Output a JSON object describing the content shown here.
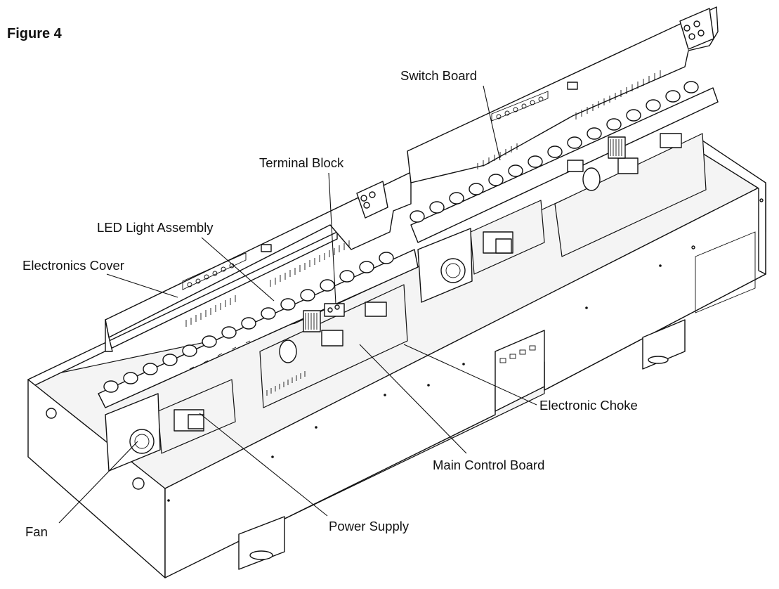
{
  "figure": {
    "title": "Figure 4"
  },
  "callouts": {
    "switch_board": "Switch Board",
    "terminal_block": "Terminal Block",
    "led_light_assembly": "LED Light Assembly",
    "electronics_cover": "Electronics Cover",
    "electronic_choke": "Electronic Choke",
    "main_control_board": "Main Control Board",
    "power_supply": "Power Supply",
    "fan": "Fan"
  }
}
